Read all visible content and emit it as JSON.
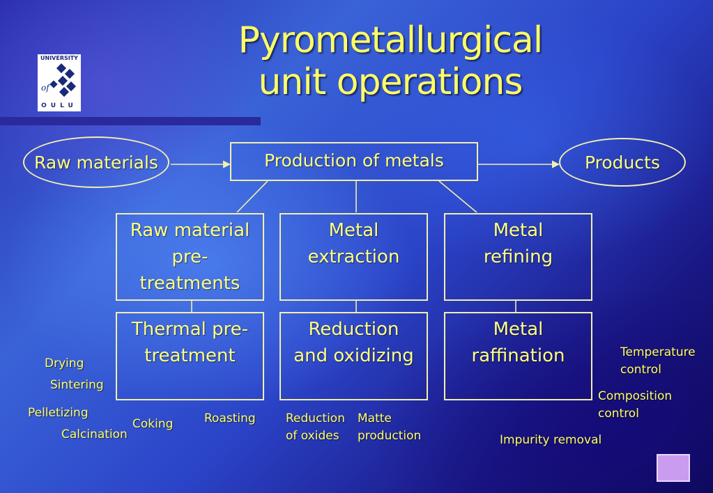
{
  "title": {
    "line1": "Pyrometallurgical",
    "line2": "unit operations"
  },
  "logo": {
    "top": "UNIVERSITY",
    "of": "of",
    "bottom": "OULU"
  },
  "nodes": {
    "raw_materials": "Raw materials",
    "production": "Production of metals",
    "products": "Products",
    "pretreatments": [
      "Raw material",
      "pre-",
      "treatments"
    ],
    "extraction": [
      "Metal",
      "extraction"
    ],
    "refining": [
      "Metal",
      "refining"
    ],
    "thermal": [
      "Thermal pre-",
      "treatment"
    ],
    "reduction": [
      "Reduction",
      "and oxidizing"
    ],
    "raffination": [
      "Metal",
      "raffination"
    ]
  },
  "labels": {
    "drying": "Drying",
    "sintering": "Sintering",
    "pelletizing": "Pelletizing",
    "calcination": "Calcination",
    "coking": "Coking",
    "roasting": "Roasting",
    "reduction_oxides": [
      "Reduction",
      "of oxides"
    ],
    "matte": [
      "Matte",
      "production"
    ],
    "temperature": [
      "Temperature",
      "control"
    ],
    "composition": [
      "Composition",
      "control"
    ],
    "impurity": "Impurity removal"
  },
  "colors": {
    "text": "#ffff80",
    "stroke": "#f2efb0"
  }
}
